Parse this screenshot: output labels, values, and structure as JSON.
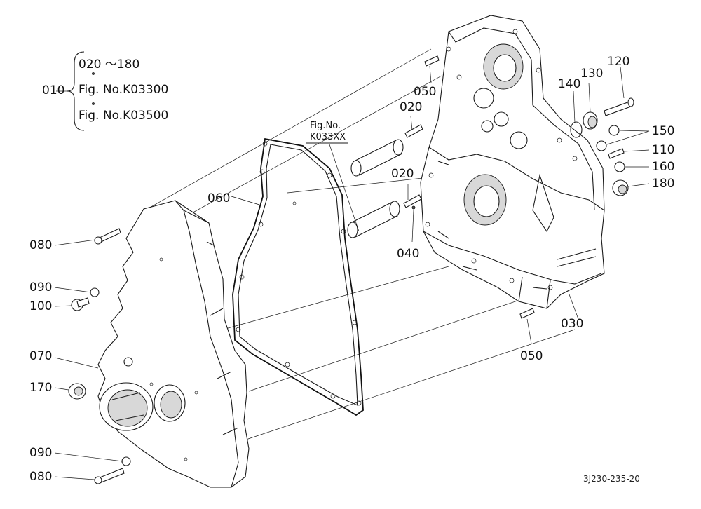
{
  "group": {
    "ref": "010",
    "lines": [
      "020 ～180",
      "Fig. No.K03300",
      "Fig. No.K03500"
    ]
  },
  "fig_ref": {
    "line1": "Fig.No.",
    "line2": "K033XX"
  },
  "callouts": {
    "p020a": "020",
    "p020b": "020",
    "p030": "030",
    "p040": "040",
    "p050a": "050",
    "p050b": "050",
    "p060": "060",
    "p070": "070",
    "p080a": "080",
    "p080b": "080",
    "p090a": "090",
    "p090b": "090",
    "p100": "100",
    "p110": "110",
    "p120": "120",
    "p130": "130",
    "p140": "140",
    "p150": "150",
    "p160": "160",
    "p170": "170",
    "p180": "180"
  },
  "drawing_code": "3J230-235-20"
}
